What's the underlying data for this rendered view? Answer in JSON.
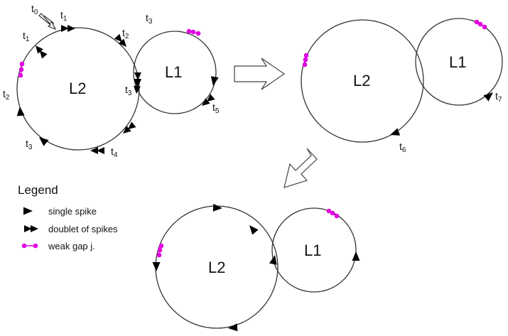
{
  "colors": {
    "stroke": "#333333",
    "arrow": "#000000",
    "gap_junction": "#e000e0",
    "background": "#ffffff"
  },
  "panel_a": {
    "loop_l2_label": "L2",
    "loop_l1_label": "L1",
    "time_labels": {
      "t0": {
        "main": "t",
        "sub": "0"
      },
      "t1_top": {
        "main": "t",
        "sub": "1"
      },
      "t1_left": {
        "main": "t",
        "sub": "1"
      },
      "t2_right": {
        "main": "t",
        "sub": "2"
      },
      "t2_left": {
        "main": "t",
        "sub": "2"
      },
      "t3_l1": {
        "main": "t",
        "sub": "3"
      },
      "t3_mid": {
        "main": "t",
        "sub": "3"
      },
      "t3_bottom": {
        "main": "t",
        "sub": "3"
      },
      "t4": {
        "main": "t",
        "sub": "4"
      },
      "t5": {
        "main": "t",
        "sub": "5"
      }
    }
  },
  "panel_b": {
    "loop_l2_label": "L2",
    "loop_l1_label": "L1",
    "time_labels": {
      "t6": {
        "main": "t",
        "sub": "6"
      },
      "t7": {
        "main": "t",
        "sub": "7"
      }
    }
  },
  "panel_c": {
    "loop_l2_label": "L2",
    "loop_l1_label": "L1"
  },
  "legend": {
    "title": "Legend",
    "items": [
      {
        "label": "single spike",
        "icon": "single-spike-arrow-icon"
      },
      {
        "label": "doublet of spikes",
        "icon": "doublet-spike-arrow-icon"
      },
      {
        "label": "weak gap j.",
        "icon": "gap-junction-icon"
      }
    ]
  }
}
